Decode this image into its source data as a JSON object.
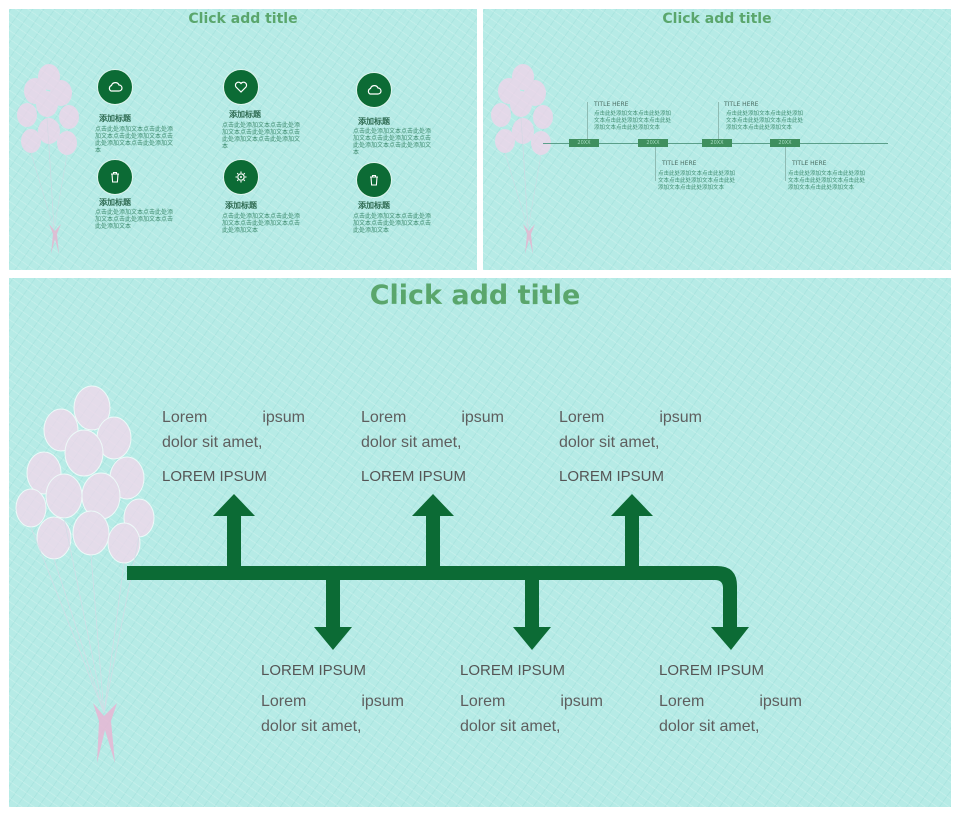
{
  "colors": {
    "background": "#b6ebe6",
    "accent": "#0c6b35",
    "title": "#5aa66c"
  },
  "slide1": {
    "title": "Click add title",
    "items": [
      {
        "icon": "cloud-icon",
        "heading": "添加标题",
        "body": "点击此处添加文本点击此处添加文本点击此处添加文本点击此处添加文本点击此处添加文本"
      },
      {
        "icon": "heart-icon",
        "heading": "添加标题",
        "body": "点击此处添加文本点击此处添加文本点击此处添加文本点击此处添加文本点击此处添加文本"
      },
      {
        "icon": "cloud-icon",
        "heading": "添加标题",
        "body": "点击此处添加文本点击此处添加文本点击此处添加文本点击此处添加文本点击此处添加文本"
      },
      {
        "icon": "trash-icon",
        "heading": "添加标题",
        "body": "点击此处添加文本点击此处添加文本点击此处添加文本点击此处添加文本"
      },
      {
        "icon": "gear-icon",
        "heading": "添加标题",
        "body": "点击此处添加文本点击此处添加文本点击此处添加文本点击此处添加文本"
      },
      {
        "icon": "trash-icon",
        "heading": "添加标题",
        "body": "点击此处添加文本点击此处添加文本点击此处添加文本点击此处添加文本"
      }
    ]
  },
  "slide2": {
    "title": "Click add title",
    "years": [
      "20XX",
      "20XX",
      "20XX",
      "20XX"
    ],
    "items": [
      {
        "heading": "TITLE HERE",
        "body": "点击此处添加文本点击此处添加文本点击此处添加文本点击此处添加文本点击此处添加文本"
      },
      {
        "heading": "TITLE HERE",
        "body": "点击此处添加文本点击此处添加文本点击此处添加文本点击此处添加文本点击此处添加文本"
      },
      {
        "heading": "TITLE HERE",
        "body": "点击此处添加文本点击此处添加文本点击此处添加文本点击此处添加文本点击此处添加文本"
      },
      {
        "heading": "TITLE HERE",
        "body": "点击此处添加文本点击此处添加文本点击此处添加文本点击此处添加文本点击此处添加文本"
      }
    ]
  },
  "slide3": {
    "title": "Click add title",
    "top": [
      {
        "word1": "Lorem",
        "word2": "ipsum",
        "line2": "dolor sit amet,",
        "caption": "LOREM IPSUM"
      },
      {
        "word1": "Lorem",
        "word2": "ipsum",
        "line2": "dolor sit amet,",
        "caption": "LOREM IPSUM"
      },
      {
        "word1": "Lorem",
        "word2": "ipsum",
        "line2": "dolor sit amet,",
        "caption": "LOREM IPSUM"
      }
    ],
    "bottom": [
      {
        "word1": "Lorem",
        "word2": "ipsum",
        "line2": "dolor sit amet,",
        "caption": "LOREM IPSUM"
      },
      {
        "word1": "Lorem",
        "word2": "ipsum",
        "line2": "dolor sit amet,",
        "caption": "LOREM IPSUM"
      },
      {
        "word1": "Lorem",
        "word2": "ipsum",
        "line2": "dolor sit amet,",
        "caption": "LOREM IPSUM"
      }
    ]
  }
}
